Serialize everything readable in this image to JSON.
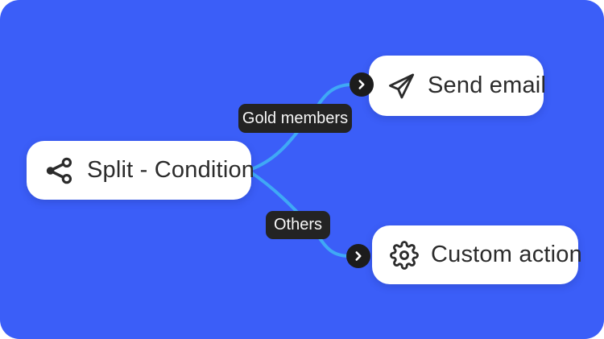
{
  "canvas": {
    "background_color": "#3B5EF8",
    "connector_color": "#3FA9F5",
    "card_text_color": "#2B2B2B",
    "badge_color": "#1C1C1C",
    "branch_label_color": "#232323"
  },
  "nodes": {
    "split": {
      "label": "Split - Condition",
      "icon": "split-icon"
    },
    "send_email": {
      "label": "Send email",
      "icon": "send-icon"
    },
    "custom_action": {
      "label": "Custom action",
      "icon": "gear-icon"
    }
  },
  "branches": {
    "gold": {
      "label": "Gold members"
    },
    "others": {
      "label": "Others"
    }
  },
  "badges": {
    "top": {
      "icon": "chevron-right-icon"
    },
    "bottom": {
      "icon": "chevron-right-icon"
    }
  }
}
